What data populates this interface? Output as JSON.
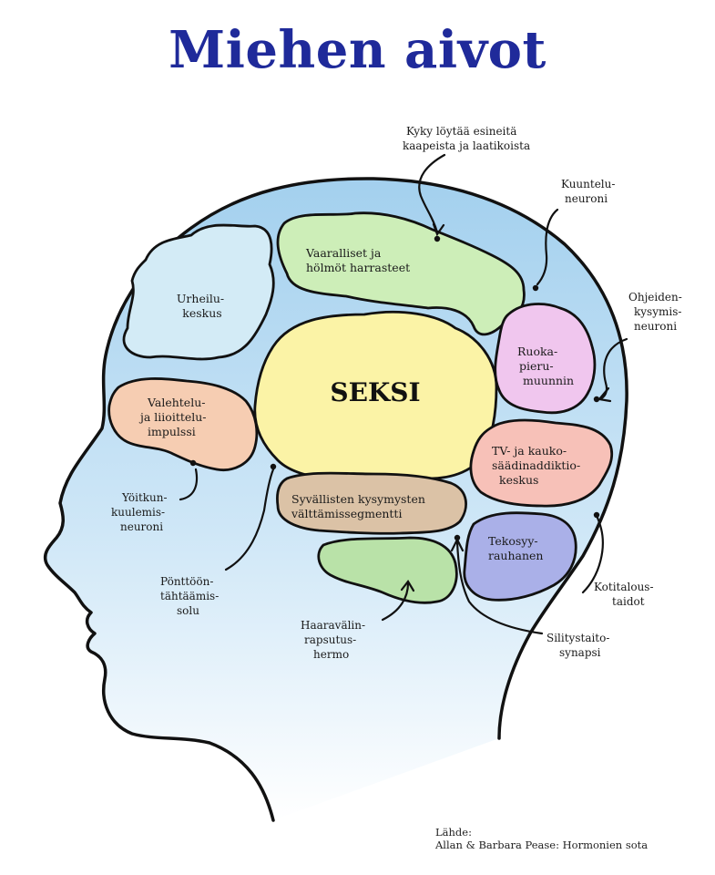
{
  "title": "Miehen aivot",
  "regions": {
    "seksi": "SEKSI",
    "urheilu": [
      "Urheilu-",
      "keskus"
    ],
    "vaaralliset": [
      "Vaaralliset ja",
      "hölmöt harrasteet"
    ],
    "ruoka": [
      "Ruoka-",
      "pieru-",
      "muunnin"
    ],
    "valehtelu": [
      "Valehtelu-",
      "ja liioittelu-",
      "impulssi"
    ],
    "tv": [
      "TV- ja kauko-",
      "säädinaddiktio-",
      "keskus"
    ],
    "syvallisten": [
      "Syvällisten kysymysten",
      "välttämissegmentti"
    ],
    "tekosyy": [
      "Tekosyy-",
      "rauhanen"
    ]
  },
  "callouts": {
    "kyky": [
      "Kyky löytää esineitä",
      "kaapeista ja laatikoista"
    ],
    "kuuntelu": [
      "Kuuntelu-",
      "neuroni"
    ],
    "ohjeiden": [
      "Ohjeiden-",
      "kysymis-",
      "neuroni"
    ],
    "yoitkun": [
      "Yöitkun-",
      "kuulemis-",
      "neuroni"
    ],
    "pontto": [
      "Pönttöön-",
      "tähtäämis-",
      "solu"
    ],
    "haara": [
      "Haaravälin-",
      "rapsutus-",
      "hermo"
    ],
    "kotitalous": [
      "Kotitalous-",
      "taidot"
    ],
    "silitys": [
      "Silitystaito-",
      "synapsi"
    ]
  },
  "source": [
    "Lähde:",
    "Allan & Barbara Pease: Hormonien sota"
  ],
  "colors": {
    "title": "#1f2a9a",
    "head_fill_top": "#a9d4ef",
    "head_fill_bottom": "#ffffff",
    "seksi": "#fbf3a6",
    "urheilu": "#d3ebf6",
    "vaaralliset": "#cdeeb8",
    "ruoka": "#f0c6ee",
    "valehtelu": "#f6cdb2",
    "tv": "#f7c1b8",
    "syvallisten": "#dbc2a6",
    "tekosyy": "#aab0e8",
    "haara": "#b9e2a8"
  }
}
